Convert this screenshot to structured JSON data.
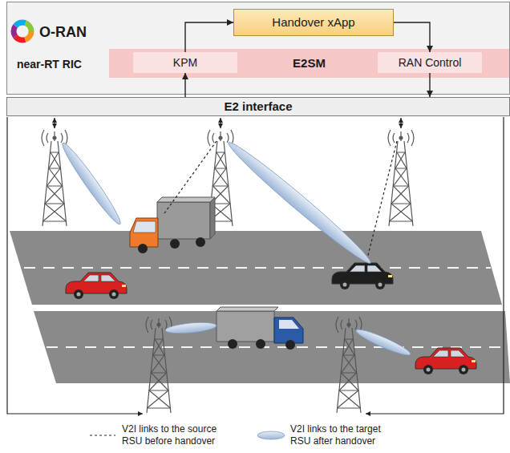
{
  "diagram": {
    "nodes": [
      {
        "text": [
          "O-RAN",
          "near-RT RIC"
        ]
      },
      {
        "text": [
          "Handover xApp"
        ],
        "in": 0
      },
      {
        "text": [
          "E2SM"
        ],
        "in": 0
      },
      {
        "text": [
          "KPM"
        ],
        "in": 2
      },
      {
        "text": [
          "RAN Control"
        ],
        "in": 2
      },
      {
        "text": [
          "E2 interface"
        ]
      }
    ],
    "edges": [
      {
        "from": 3,
        "to": 1,
        "arrow": "to"
      },
      {
        "from": 1,
        "to": 4,
        "arrow": "to"
      },
      {
        "from": 4,
        "to": 5,
        "arrow": "to"
      },
      {
        "from": 5,
        "to": 3,
        "arrow": "to"
      }
    ],
    "legend": [
      {
        "text": "V2I links to the source RSU before handover"
      },
      {
        "text": "V2I links to the target RSU after handover"
      }
    ]
  }
}
